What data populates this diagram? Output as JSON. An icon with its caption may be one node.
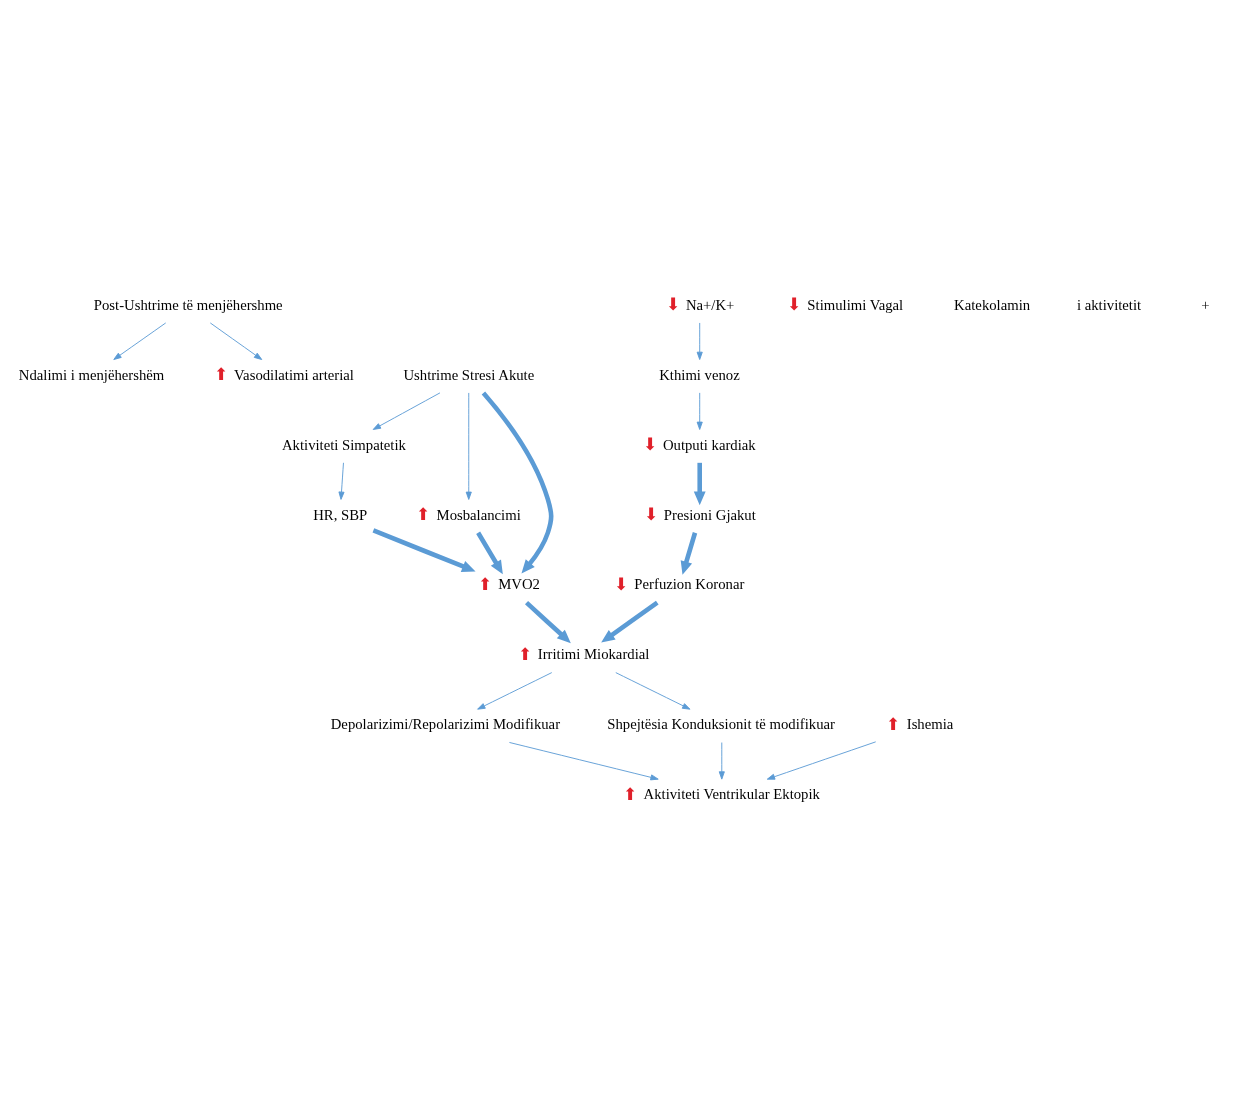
{
  "diagram": {
    "nodes": [
      {
        "text": [
          "Post-Ushtrime të menjëhershme"
        ]
      },
      {
        "text": [
          "Ushtrime Stresi Akute"
        ]
      },
      {
        "text": [
          "Ndalimi i menjëhershëm"
        ]
      },
      {
        "text": [
          "Vasodilatimi arterial"
        ],
        "beside": [
          "⬆"
        ]
      },
      {
        "text": [
          "Aktiviteti Simpatetik"
        ]
      },
      {
        "text": [
          "Mosbalancimi"
        ],
        "beside": [
          "⬆"
        ]
      },
      {
        "text": [
          "Na+/K+"
        ],
        "beside": [
          "⬇"
        ]
      },
      {
        "text": [
          "Kthimi venoz"
        ]
      },
      {
        "text": [
          "Stimulimi Vagal"
        ],
        "beside": [
          "⬇"
        ]
      },
      {
        "text": [
          "Outputi kardiak"
        ],
        "beside": [
          "⬇"
        ]
      },
      {
        "text": [
          "HR, SBP"
        ]
      },
      {
        "text": [
          "Presioni Gjakut"
        ],
        "beside": [
          "⬇"
        ]
      },
      {
        "text": [
          "MVO2"
        ],
        "beside": [
          "⬆"
        ]
      },
      {
        "text": [
          "Perfuzion Koronar"
        ],
        "beside": [
          "⬇"
        ]
      },
      {
        "text": [
          "Ishemia"
        ],
        "beside": [
          "⬆"
        ]
      },
      {
        "text": [
          "Irritimi Miokardial"
        ],
        "beside": [
          "⬆"
        ]
      },
      {
        "text": [
          "Depolarizimi/Repolarizimi Modifikuar"
        ]
      },
      {
        "text": [
          "Shpejtësia Konduksionit të modifikuar"
        ]
      },
      {
        "text": [
          "Aktiviteti Ventrikular Ektopik"
        ],
        "beside": [
          "⬆"
        ]
      }
    ],
    "edges": [
      {
        "from": 0,
        "to": 2,
        "arrow": "to"
      },
      {
        "from": 0,
        "to": 3,
        "arrow": "to"
      },
      {
        "from": 1,
        "to": 4,
        "arrow": "to"
      },
      {
        "from": 1,
        "to": 5,
        "arrow": "to"
      },
      {
        "from": 1,
        "to": 12,
        "arrow": "to",
        "style": "thick"
      },
      {
        "from": 5,
        "to": 12,
        "arrow": "to",
        "style": "thick"
      },
      {
        "from": 6,
        "to": 7,
        "arrow": "to"
      },
      {
        "from": 7,
        "to": 9,
        "arrow": "to"
      },
      {
        "from": 4,
        "to": 10,
        "arrow": "to"
      },
      {
        "from": 9,
        "to": 11,
        "arrow": "to",
        "style": "thick"
      },
      {
        "from": 10,
        "to": 12,
        "arrow": "to",
        "style": "thick"
      },
      {
        "from": 11,
        "to": 13,
        "arrow": "to",
        "style": "thick"
      },
      {
        "from": 12,
        "to": 15,
        "arrow": "to",
        "style": "thick"
      },
      {
        "from": 13,
        "to": 15,
        "arrow": "to",
        "style": "thick"
      },
      {
        "from": 15,
        "to": 16,
        "arrow": "to"
      },
      {
        "from": 15,
        "to": 17,
        "arrow": "to"
      },
      {
        "from": 16,
        "to": 18,
        "arrow": "to"
      },
      {
        "from": 17,
        "to": 18,
        "arrow": "to"
      },
      {
        "from": 14,
        "to": 18,
        "arrow": "to"
      }
    ],
    "labels": [
      "Katekolamin",
      "i aktivitetit",
      "+"
    ]
  }
}
